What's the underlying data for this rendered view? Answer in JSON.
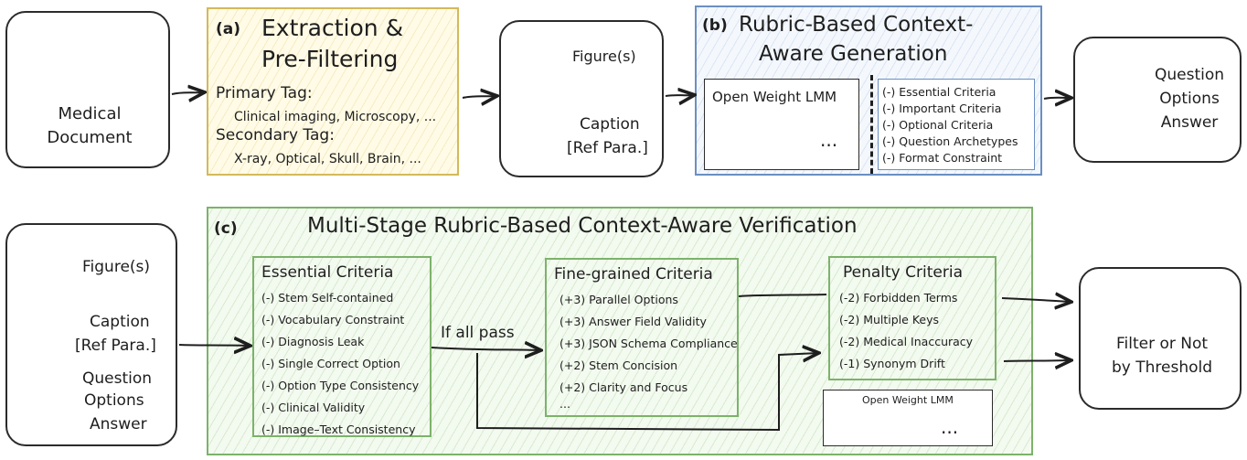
{
  "panel_a": {
    "label": "(a)",
    "title_line1": "Extraction &",
    "title_line2": "Pre-Filtering",
    "primary_tag_label": "Primary Tag:",
    "primary_tag_values": "Clinical imaging, Microscopy, ...",
    "secondary_tag_label": "Secondary Tag:",
    "secondary_tag_values": "X-ray, Optical, Skull, Brain, ..."
  },
  "medical_document": {
    "line1": "Medical",
    "line2": "Document"
  },
  "figures_box_top": {
    "figures": "Figure(s)",
    "caption": "Caption",
    "ref": "[Ref Para.]"
  },
  "panel_b": {
    "label": "(b)",
    "title_line1": "Rubric-Based Context-",
    "title_line2": "Aware Generation",
    "lmm_label": "Open Weight LMM",
    "lmm_ellipsis": "...",
    "criteria": [
      "(-) Essential Criteria",
      "(-) Important Criteria",
      "(-) Optional Criteria",
      "(-) Question Archetypes",
      "(-) Format Constraint"
    ]
  },
  "qoa_top": {
    "line1": "Question",
    "line2": "Options",
    "line3": "Answer"
  },
  "panel_c": {
    "label": "(c)",
    "title": "Multi-Stage Rubric-Based Context-Aware Verification",
    "essential": {
      "title": "Essential Criteria",
      "items": [
        "(-) Stem Self-contained",
        "(-) Vocabulary Constraint",
        "(-) Diagnosis Leak",
        "(-) Single Correct Option",
        "(-) Option Type Consistency",
        "(-) Clinical Validity",
        "(-) Image–Text Consistency"
      ]
    },
    "if_all_pass": "If all pass",
    "fine": {
      "title": "Fine-grained Criteria",
      "items": [
        "(+3) Parallel Options",
        "(+3) Answer Field Validity",
        "(+3) JSON Schema Compliance",
        "(+2) Stem Concision",
        "(+2) Clarity and Focus",
        "..."
      ]
    },
    "penalty": {
      "title": "Penalty Criteria",
      "items": [
        "(-2) Forbidden Terms",
        "(-2) Multiple Keys",
        "(-2) Medical Inaccuracy",
        "(-1) Synonym Drift"
      ]
    },
    "lmm_label": "Open Weight LMM",
    "lmm_ellipsis": "..."
  },
  "input_box_bottom": {
    "figures": "Figure(s)",
    "caption": "Caption",
    "ref": "[Ref Para.]",
    "question": "Question",
    "options": "Options",
    "answer": "Answer"
  },
  "filter_box": {
    "line1": "Filter or Not",
    "line2": "by Threshold"
  },
  "colors": {
    "panel_a_border": "#d4b95a",
    "panel_b_border": "#6b8fc2",
    "panel_c_border": "#7cb36a"
  }
}
